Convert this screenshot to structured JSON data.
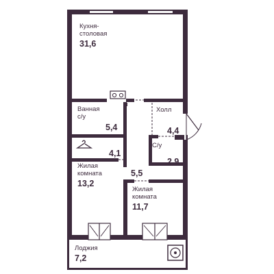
{
  "colors": {
    "wall": "#3d2b3d",
    "text": "#3d2b3d",
    "background": "#ffffff"
  },
  "rooms": {
    "kitchen": {
      "name_line1": "Кухня-",
      "name_line2": "столовая",
      "area": "31,6"
    },
    "bathroom": {
      "name_line1": "Ванная",
      "name_line2": "с/у",
      "area": "5,4"
    },
    "hall": {
      "name": "Холл",
      "area": "4,4"
    },
    "wc": {
      "name": "С/у",
      "area": "2,9"
    },
    "closet": {
      "icon": "hanger-icon",
      "area": "4,1"
    },
    "corridor": {
      "area": "5,5"
    },
    "living_left": {
      "name_line1": "Жилая",
      "name_line2": "комната",
      "area": "13,2"
    },
    "living_right": {
      "name_line1": "Жилая",
      "name_line2": "комната",
      "area": "11,7"
    },
    "loggia": {
      "name": "Лоджия",
      "area": "7,2"
    }
  },
  "icons": [
    "sink-icon",
    "hanger-icon",
    "ac-unit-icon",
    "door-icon",
    "balcony-door-icon"
  ]
}
